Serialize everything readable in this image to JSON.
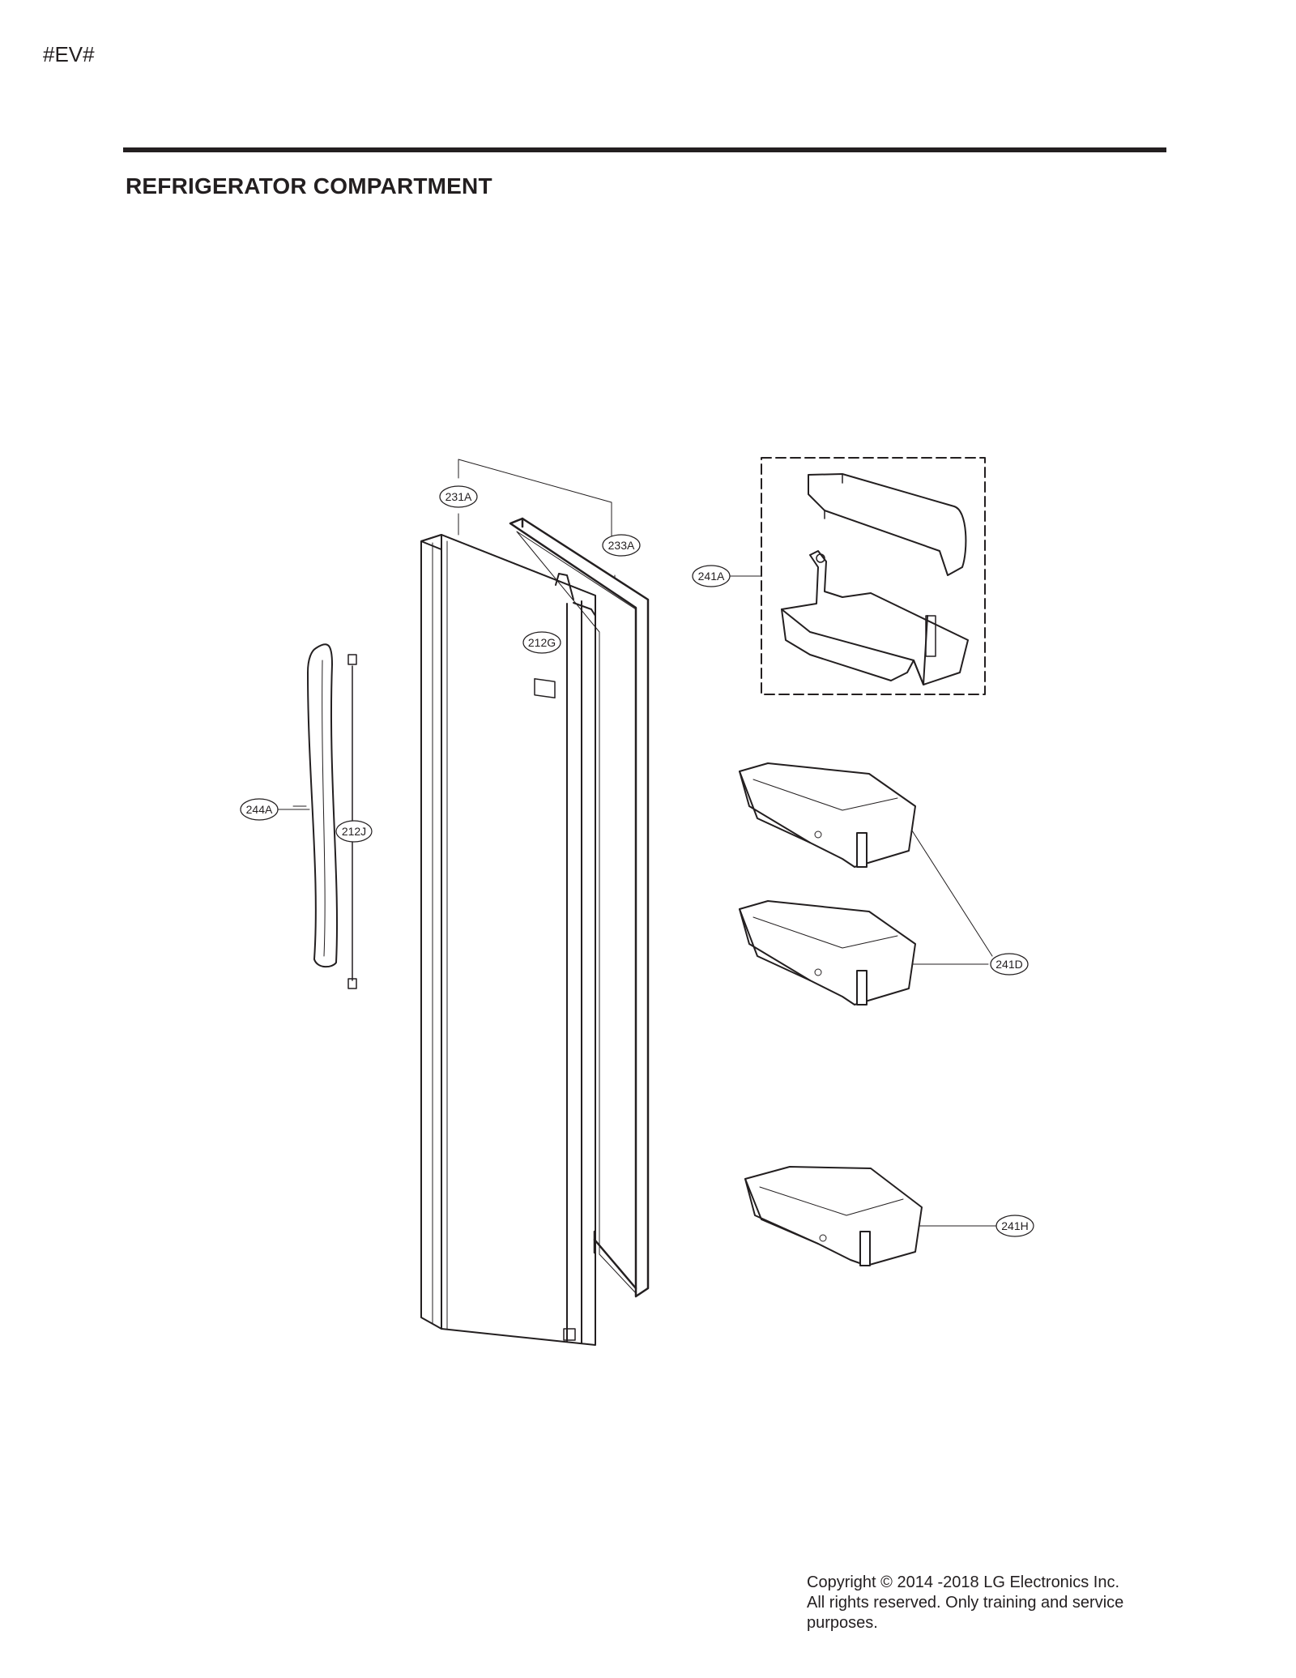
{
  "header": {
    "model_code": "#EV#",
    "section_title": "REFRIGERATOR COMPARTMENT"
  },
  "part_labels": {
    "p231A": "231A",
    "p233A": "233A",
    "p212G": "212G",
    "p241A": "241A",
    "p244A": "244A",
    "p212J": "212J",
    "p241D": "241D",
    "p241H": "241H"
  },
  "footer": {
    "copyright_line1": "Copyright © 2014 -2018 LG Electronics Inc.",
    "copyright_line2": "All rights reserved. Only training and service",
    "copyright_line3": "purposes."
  }
}
